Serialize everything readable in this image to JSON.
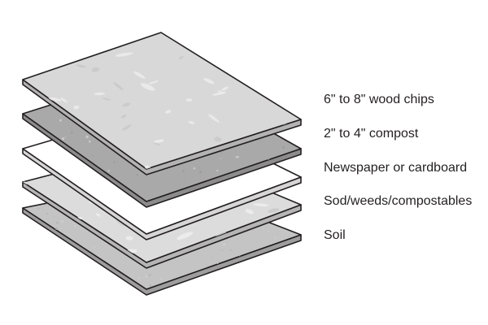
{
  "diagram": {
    "layers": [
      {
        "label": "6\" to 8\" wood chips",
        "fill": "#d8d8d8",
        "edge": "#b3b3b3",
        "fleck": "#ececec",
        "speckled": false,
        "textured": true
      },
      {
        "label": "2\" to 4\" compost",
        "fill": "#a9a9a9",
        "edge": "#8c8c8c",
        "fleck": "#9a9a9a",
        "speckled": true,
        "textured": false
      },
      {
        "label": "Newspaper or cardboard",
        "fill": "#ffffff",
        "edge": "#d6d6d6",
        "fleck": "#ffffff",
        "speckled": false,
        "textured": false
      },
      {
        "label": "Sod/weeds/compostables",
        "fill": "#dcdcdc",
        "edge": "#b5b5b5",
        "fleck": "#eeeeee",
        "speckled": false,
        "textured": true
      },
      {
        "label": "Soil",
        "fill": "#c4c4c4",
        "edge": "#9e9e9e",
        "fleck": "#b3b3b3",
        "speckled": true,
        "textured": false
      }
    ],
    "outline_color": "#231f20"
  }
}
